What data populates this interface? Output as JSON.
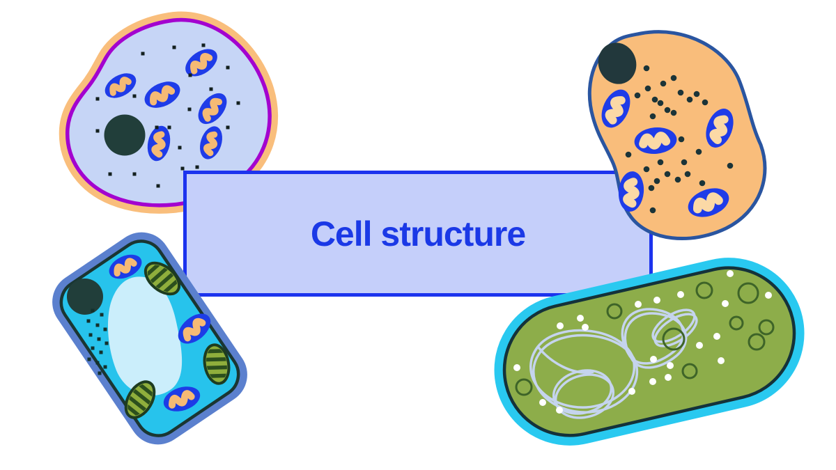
{
  "page": {
    "background_color": "#ffffff",
    "description": "Cell structure poster with four cell illustrations around a central title banner"
  },
  "banner": {
    "title": "Cell structure",
    "text_color": "#1b39e6",
    "fill_color": "#c5cffa",
    "border_color": "#1c33ee"
  },
  "cells": {
    "animal_cell_top_left": {
      "label": "animal cell with orange outer membrane",
      "colors": {
        "outer_membrane": "#f9be7c",
        "cell_membrane": "#a303cf",
        "cytoplasm": "#c6d5f6",
        "nucleus": "#213e3a",
        "mitochondrion_outline": "#1f3ce8",
        "mitochondrion_inner": "#f6ba74",
        "ribosome_dot": "#13201f"
      },
      "organelle_counts": {
        "nucleus": 1,
        "mitochondria": 6,
        "ribosome_dots": 20
      }
    },
    "animal_cell_top_right": {
      "label": "animal cell with orange cytoplasm",
      "colors": {
        "outline": "#2a55a0",
        "cytoplasm": "#f9bd7b",
        "nucleus": "#22383c",
        "mitochondrion_outline": "#1f3ce8",
        "mitochondrion_inner": "#fbd9a6",
        "ribosome_dot": "#1b3438"
      },
      "organelle_counts": {
        "nucleus": 1,
        "mitochondria": 5,
        "ribosome_dots": 28
      }
    },
    "plant_cell_bottom_left": {
      "label": "plant cell",
      "colors": {
        "cell_wall": "#5b80ce",
        "cell_membrane": "#1a3632",
        "cytoplasm": "#27c3ec",
        "nucleus": "#213e3a",
        "vacuole": "#cbeefb",
        "chloroplast_fill": "#8fae3c",
        "chloroplast_stripe": "#2c4f1d",
        "mitochondrion_outline": "#1d3ce6",
        "mitochondrion_inner": "#f6ba74",
        "ribosome_dot": "#13302c"
      },
      "organelle_counts": {
        "nucleus": 1,
        "vacuole": 1,
        "mitochondria": 3,
        "chloroplasts": 3,
        "ribosome_dots": 14
      }
    },
    "bacterium_bottom_right": {
      "label": "bacterium",
      "colors": {
        "capsule": "#29c9f0",
        "wall_line": "#14323a",
        "cytoplasm": "#8dad4a",
        "dna_loop": "#c5d4ee",
        "vesicle_outline": "#3e6428",
        "ribosome_dot": "#ffffff"
      },
      "organelle_counts": {
        "dna_loops": 1,
        "vesicles": 9,
        "ribosome_dots": 20
      }
    }
  }
}
